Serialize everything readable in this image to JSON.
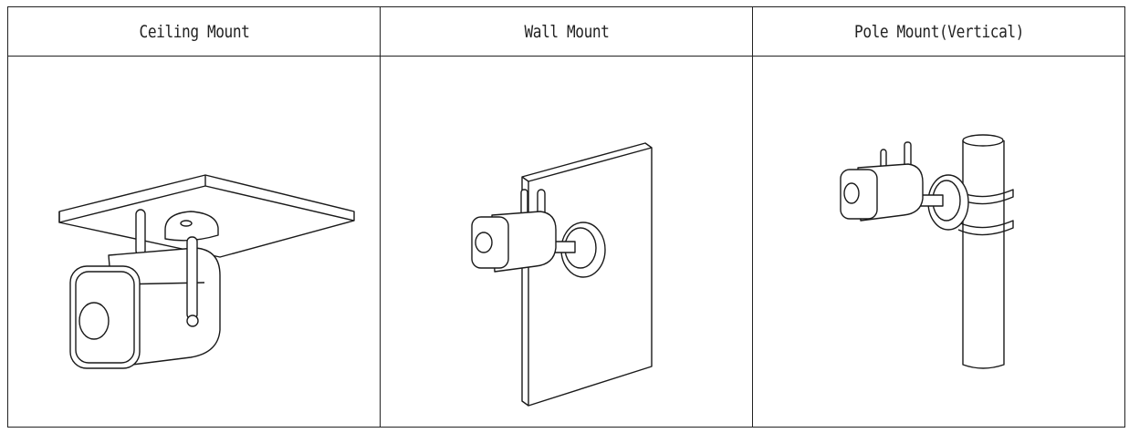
{
  "table": {
    "headers": [
      "Ceiling Mount",
      "Wall Mount",
      "Pole Mount(Vertical)"
    ]
  }
}
